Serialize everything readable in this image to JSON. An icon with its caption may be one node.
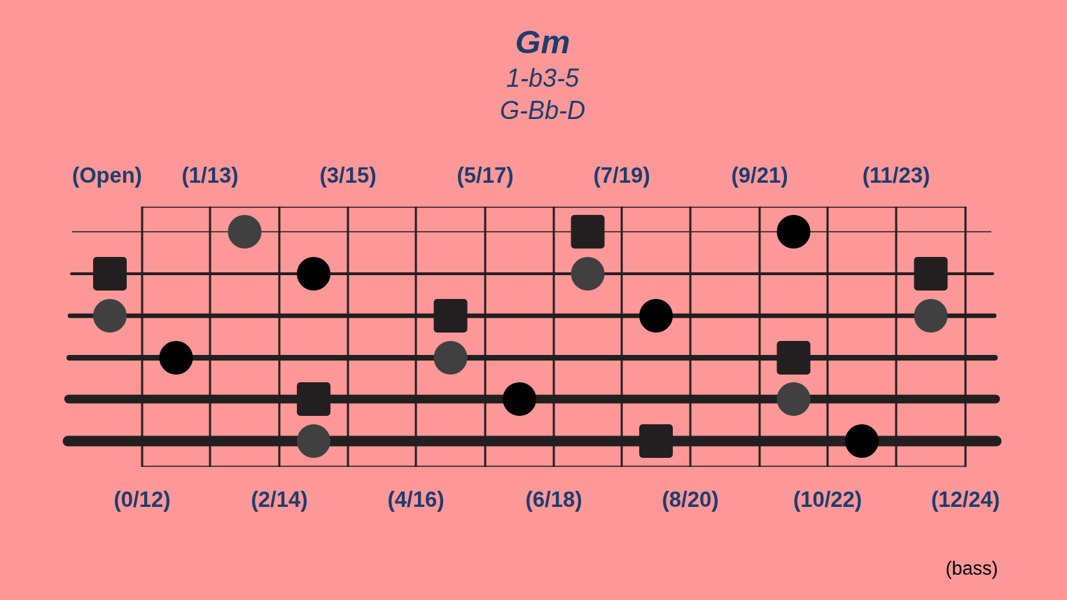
{
  "diagram": {
    "title": "Gm",
    "labels": [
      "1-b3-5",
      "G-Bb-D",
      "(Open)",
      "(1/13)",
      "(3/15)",
      "(5/17)",
      "(7/19)",
      "(9/21)",
      "(11/23)",
      "(0/12)",
      "(2/14)",
      "(4/16)",
      "(6/18)",
      "(8/20)",
      "(10/22)",
      "(12/24)",
      "(bass)"
    ]
  }
}
